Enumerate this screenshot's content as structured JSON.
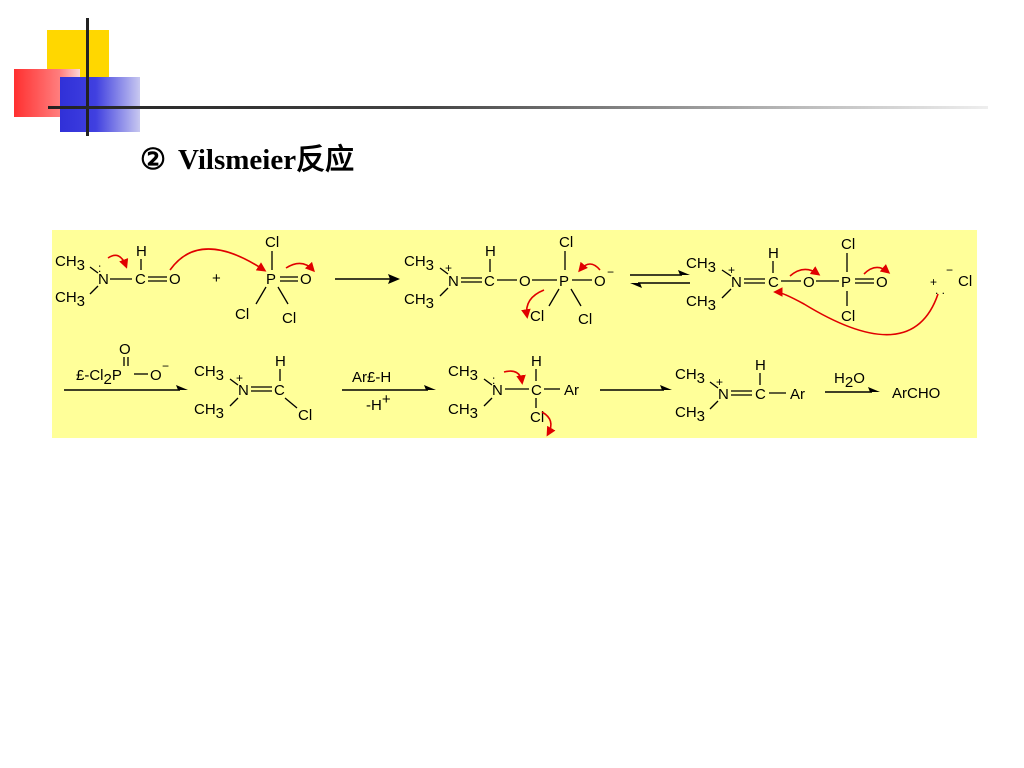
{
  "title": {
    "num": "②",
    "text": "Vilsmeier反应"
  },
  "scheme": {
    "plus": "+",
    "atoms": {
      "C": "C",
      "N": "N",
      "O": "O",
      "P": "P",
      "H": "H",
      "Cl": "Cl",
      "Ar": "Ar",
      "CH": "CH",
      "sub3": "3",
      "sub2": "2",
      "pos": "+",
      "neg": "−",
      "lp": ": ",
      "dots": ". ."
    },
    "reagents": {
      "dichlorophosphate": "£-Cl",
      "arene": "Ar£-H",
      "minus_h": "-H",
      "h_plus": "+",
      "water_h": "H",
      "water_sub": "2",
      "water_o": "O"
    },
    "product": "ArCHO"
  }
}
